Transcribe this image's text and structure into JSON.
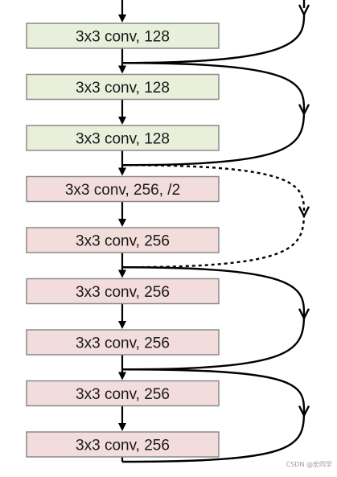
{
  "diagram": {
    "blocks": [
      {
        "label": "3x3 conv, 128",
        "stage": "128"
      },
      {
        "label": "3x3 conv, 128",
        "stage": "128"
      },
      {
        "label": "3x3 conv, 128",
        "stage": "128"
      },
      {
        "label": "3x3 conv, 256, /2",
        "stage": "256"
      },
      {
        "label": "3x3 conv, 256",
        "stage": "256"
      },
      {
        "label": "3x3 conv, 256",
        "stage": "256"
      },
      {
        "label": "3x3 conv, 256",
        "stage": "256"
      },
      {
        "label": "3x3 conv, 256",
        "stage": "256"
      },
      {
        "label": "3x3 conv, 256",
        "stage": "256"
      }
    ],
    "skip_connections": [
      {
        "from_block": 0,
        "to_block": 2,
        "style": "solid"
      },
      {
        "from_block": 2,
        "to_block": 4,
        "style": "dashed"
      },
      {
        "from_block": 4,
        "to_block": 6,
        "style": "solid"
      },
      {
        "from_block": 6,
        "to_block": 8,
        "style": "solid"
      }
    ],
    "colors": {
      "stage_128_fill": "#e8efdb",
      "stage_256_fill": "#f2dcdc",
      "border": "#8a8a8a",
      "line": "#000000"
    }
  },
  "watermark": {
    "text": "CSDN @宏同学"
  }
}
